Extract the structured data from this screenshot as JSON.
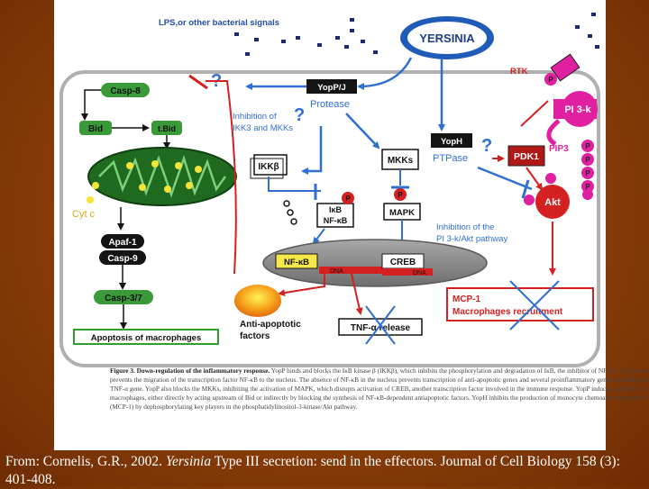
{
  "diagram": {
    "signals_label": "LPS,or other bacterial signals",
    "yersinia_label": "YERSINIA",
    "rtk_label": "RTK",
    "p_label": "P",
    "pi3k_label": "PI 3-k",
    "pip3_label": "PIP3",
    "pdk1_label": "PDK1",
    "akt_label": "Akt",
    "casp8_label": "Casp-8",
    "bid_label": "Bid",
    "tbid_label": "t.Bid",
    "cytc_label": "Cyt c",
    "apaf1_label": "Apaf-1",
    "casp9_label": "Casp-9",
    "casp37_label": "Casp-3/7",
    "apoptosis_label": "Apoptosis of macrophages",
    "question_mark": "?",
    "yopp_label": "YopP/J",
    "protease_label": "Protease",
    "inhibition_ikk_line1": "Inhibition of",
    "inhibition_ikk_line2": "IKK3 and MKKs",
    "ikk_label": "IKKβ",
    "mkks_label": "MKKs",
    "yoph_label": "YopH",
    "ptpase_label": "PTPase",
    "ikb_label": "IκB",
    "nfkb_label": "NF-κB",
    "mapk_label": "MAPK",
    "creb_label": "CREB",
    "dna_label": "DNA",
    "inhibition_pi3k_line1": "Inhibition of the",
    "inhibition_pi3k_line2": "PI 3-k/Akt pathway",
    "mcp1_label": "MCP-1",
    "macrophage_recruit_label": "Macrophages recruitment",
    "anti_apoptotic_line1": "Anti-apoptotic",
    "anti_apoptotic_line2": "factors",
    "tnf_label": "TNF-α release"
  },
  "caption": {
    "label": "Figure 3.",
    "title": "Down-regulation of the inflammatory response.",
    "body": "YopP binds and blocks the IκB kinase β (IKKβ), which inhibits the phosphorylation and degradation of IκB, the inhibitor of NF-κB. This in turn prevents the migration of the transcription factor NF-κB to the nucleus. The absence of NF-κB in the nucleus prevents transcription of anti-apoptotic genes and several proinflammatory genes including the TNF-α gene. YopP also blocks the MKKs, inhibiting the activation of MAPK, which disrupts activation of CREB, another transcription factor involved in the immune response. YopP induces apoptosis in macrophages, either directly by acting upstream of Bid or indirectly by blocking the synthesis of NF-κB-dependent antiapoptotic factors. YopH inhibits the production of monocyte chemoattractant protein 1 (MCP-1) by dephosphorylating key players in the phosphatidylinositol-3-kinase/Akt pathway."
  },
  "citation": {
    "prefix": "From: Cornelis, G.R., 2002.",
    "species": "Yersinia",
    "rest": "Type III secretion: send in the effectors. Journal of Cell Biology 158 (3): 401-408."
  },
  "colors": {
    "slide_background": "#8a3e08",
    "cell_border": "#b0b0b0",
    "green_box": "#3a9a3a",
    "mitochondrion": "#1f6a1f",
    "black_box": "#141414",
    "blue_arrow": "#2f6fd0",
    "red": "#d42020",
    "magenta": "#e020a0",
    "yersinia_blue": "#1f5bb8",
    "nucleus": "#8a8a8a"
  }
}
